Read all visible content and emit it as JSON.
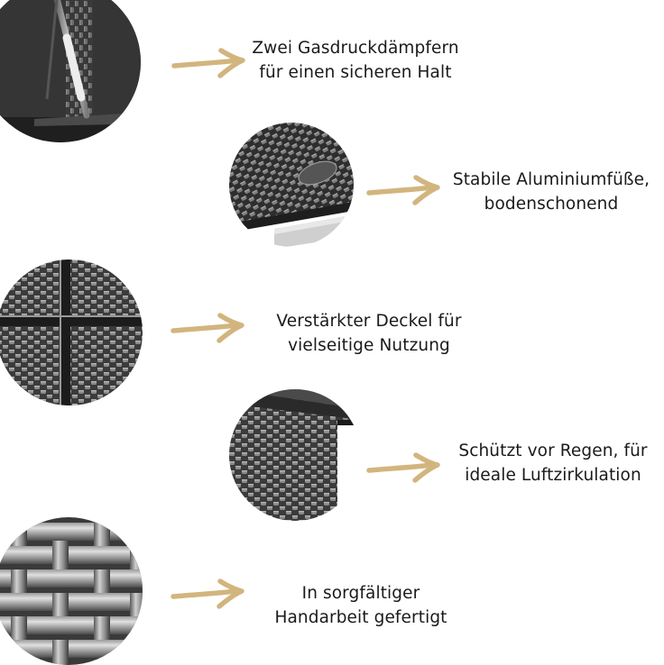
{
  "accent_color": "#d2b57e",
  "features": [
    {
      "image_icon": "gas-strut-closeup-photo",
      "lines": [
        "Zwei Gasdruckdämpfern",
        "für einen sicheren Halt"
      ]
    },
    {
      "image_icon": "aluminium-foot-closeup-photo",
      "lines": [
        "Stabile Aluminiumfüße,",
        "bodenschonend"
      ]
    },
    {
      "image_icon": "lid-weave-closeup-photo",
      "lines": [
        "Verstärkter Deckel für",
        "vielseitige Nutzung"
      ]
    },
    {
      "image_icon": "lid-edge-closeup-photo",
      "lines": [
        "Schützt vor Regen, für",
        "ideale Luftzirkulation"
      ]
    },
    {
      "image_icon": "wicker-weave-closeup-photo",
      "lines": [
        "In sorgfältiger",
        "Handarbeit gefertigt"
      ]
    }
  ]
}
